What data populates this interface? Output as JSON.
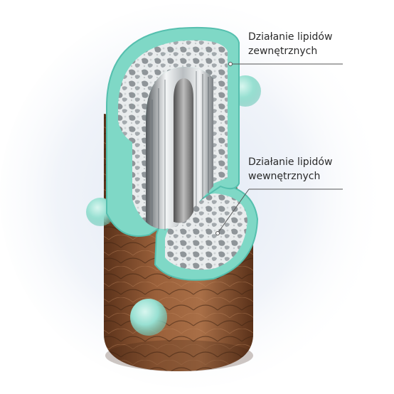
{
  "labels": {
    "outer": {
      "line1": "Działanie lipidów",
      "line2": "zewnętrznych"
    },
    "inner": {
      "line1": "Działanie lipidów",
      "line2": "wewnętrznych"
    }
  },
  "colors": {
    "background_glow": "#dde6f3",
    "cuticle_dark": "#4a2a14",
    "cuticle_mid": "#8a5331",
    "cuticle_light": "#b27a52",
    "lipid_ring": "#7fd8c6",
    "lipid_ring_edge": "#55bfae",
    "cortex_light": "#eef0f1",
    "cortex_gray": "#9aa0a4",
    "medulla": "#7c7c7c",
    "leader_line": "#555555",
    "sphere": "#9fe2d5"
  },
  "icons": [
    "hair-shaft-illustration",
    "lipid-sphere"
  ]
}
